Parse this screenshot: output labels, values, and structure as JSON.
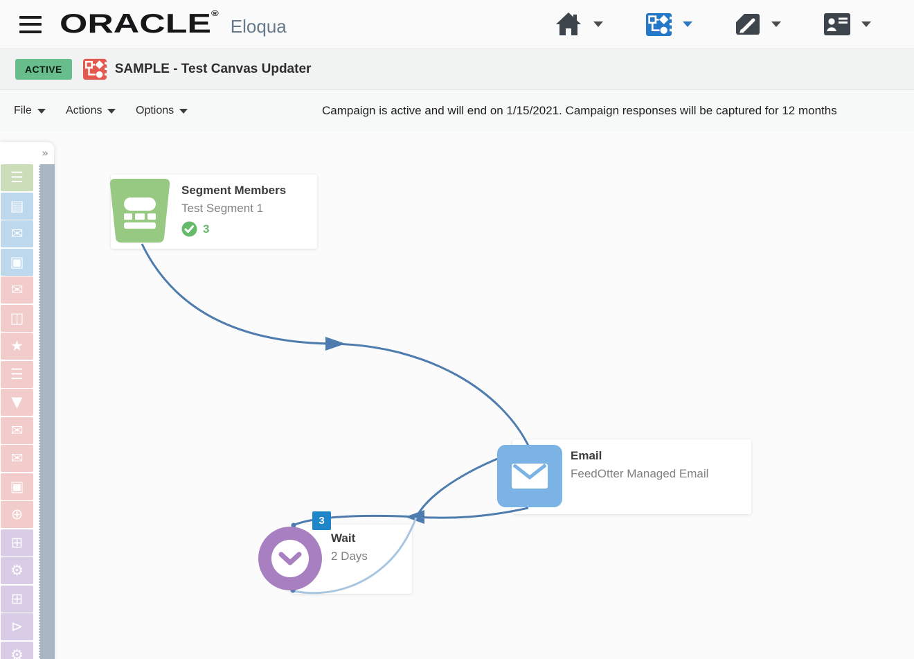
{
  "header": {
    "brand": "ORACLE",
    "trademark": "®",
    "product": "Eloqua",
    "nav_items": [
      "home",
      "campaigns",
      "assets",
      "contacts"
    ]
  },
  "campaign_bar": {
    "status_badge": "ACTIVE",
    "title": "SAMPLE - Test Canvas Updater"
  },
  "menu_bar": {
    "menus": [
      {
        "label": "File"
      },
      {
        "label": "Actions"
      },
      {
        "label": "Options"
      }
    ],
    "status_message": "Campaign is active and will end on 1/15/2021. Campaign responses will be captured for 12 months"
  },
  "canvas": {
    "nodes": {
      "segment": {
        "title": "Segment Members",
        "subtitle": "Test Segment 1",
        "count": "3"
      },
      "email": {
        "title": "Email",
        "subtitle": "FeedOtter Managed Email"
      },
      "wait": {
        "title": "Wait",
        "subtitle": "2 Days",
        "badge_count": "3"
      }
    },
    "connections": [
      {
        "from": "segment",
        "to": "email"
      },
      {
        "from": "email",
        "to": "wait"
      },
      {
        "from": "wait",
        "to": "email"
      }
    ]
  },
  "sidebar": {
    "expand_icon": "»",
    "items": [
      {
        "name": "segment-members",
        "glyph": "☰",
        "color": "#CBDDB9"
      },
      {
        "name": "landing-page",
        "glyph": "▤",
        "color": "#BDD7EC"
      },
      {
        "name": "email",
        "glyph": "✉",
        "color": "#BDD7EC"
      },
      {
        "name": "form",
        "glyph": "▣",
        "color": "#BDD7EC"
      },
      {
        "name": "email-clicked",
        "glyph": "✉",
        "color": "#F2CCCB"
      },
      {
        "name": "contact-card",
        "glyph": "◫",
        "color": "#F2CCCB"
      },
      {
        "name": "star-card",
        "glyph": "★",
        "color": "#F2CCCB"
      },
      {
        "name": "list-step",
        "glyph": "☰",
        "color": "#F2CCCB"
      },
      {
        "name": "filter",
        "glyph": "▼",
        "color": "#F2CCCB"
      },
      {
        "name": "email-opened",
        "glyph": "✉",
        "color": "#F2CCCB"
      },
      {
        "name": "email-sent",
        "glyph": "✉",
        "color": "#F2CCCB"
      },
      {
        "name": "form-submitted",
        "glyph": "▣",
        "color": "#F2CCCB"
      },
      {
        "name": "website-visit",
        "glyph": "⊕",
        "color": "#F2CCCB"
      },
      {
        "name": "add-to-campaign",
        "glyph": "⊞",
        "color": "#D9CCE6"
      },
      {
        "name": "add-to-program",
        "glyph": "⚙",
        "color": "#D9CCE6"
      },
      {
        "name": "add-to-cloud-step",
        "glyph": "⊞",
        "color": "#D9CCE6"
      },
      {
        "name": "move-to-campaign",
        "glyph": "⊳",
        "color": "#D9CCE6"
      },
      {
        "name": "move-to-program",
        "glyph": "⚙",
        "color": "#D9CCE6"
      }
    ]
  },
  "colors": {
    "active_badge_green": "#68BD8C",
    "campaign_icon_red": "#E4594F",
    "nav_canvas_blue": "#2478C8",
    "nav_icon_gray": "#3D444B",
    "segment_green": "#97C982",
    "email_blue": "#7AB3E4",
    "wait_purple": "#A87FC0",
    "count_badge_blue": "#1E86C9",
    "check_green": "#65BB6A",
    "connector": "#4E7CAE",
    "connector_light": "#A9C6E1"
  }
}
